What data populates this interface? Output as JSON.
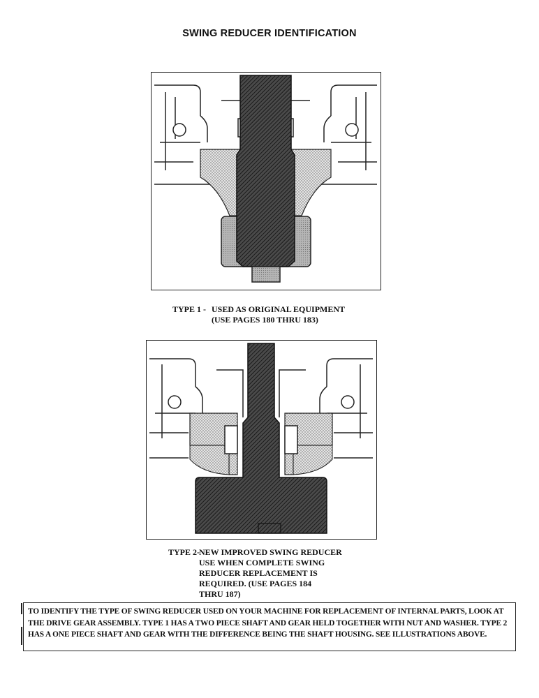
{
  "page": {
    "title": "SWING REDUCER IDENTIFICATION"
  },
  "type1": {
    "label": "TYPE 1 -",
    "text": "USED AS ORIGINAL EQUIPMENT\n(USE PAGES 180 THRU 183)"
  },
  "type2": {
    "label": "TYPE 2-",
    "text": "NEW IMPROVED SWING REDUCER\nUSE WHEN COMPLETE SWING\nREDUCER REPLACEMENT IS\nREQUIRED.  (USE PAGES 184\nTHRU 187)"
  },
  "note": {
    "text": "TO IDENTIFY THE TYPE OF SWING REDUCER USED ON YOUR MACHINE FOR REPLACEMENT OF INTERNAL PARTS, LOOK AT THE DRIVE GEAR ASSEMBLY.  TYPE 1 HAS A TWO PIECE SHAFT AND GEAR HELD TOGETHER WITH NUT AND WASHER.  TYPE 2 HAS A ONE PIECE SHAFT AND GEAR WITH THE DIFFERENCE BEING THE SHAFT HOUSING.  SEE ILLUSTRATIONS ABOVE."
  }
}
